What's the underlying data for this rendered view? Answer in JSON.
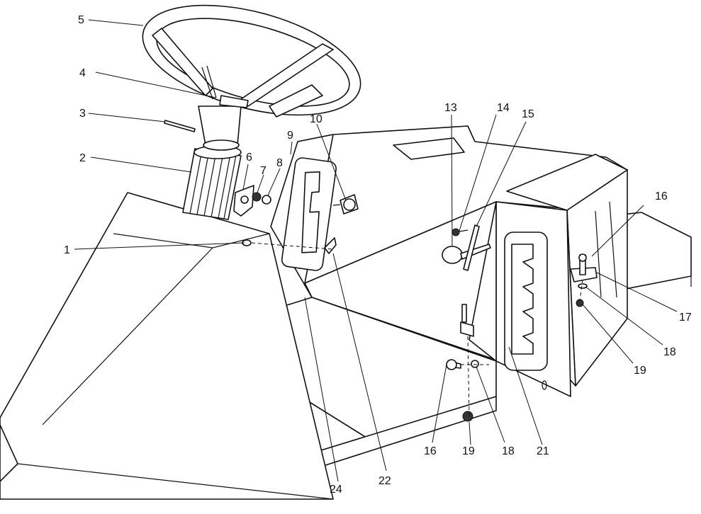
{
  "callouts": {
    "c1": "1",
    "c2": "2",
    "c3": "3",
    "c4": "4",
    "c5": "5",
    "c6": "6",
    "c7": "7",
    "c8": "8",
    "c9": "9",
    "c10": "10",
    "c13": "13",
    "c14": "14",
    "c15": "15",
    "c16a": "16",
    "c17": "17",
    "c18a": "18",
    "c19a": "19",
    "c16b": "16",
    "c19b": "19",
    "c18b": "18",
    "c21": "21",
    "c22": "22",
    "c24": "24"
  }
}
